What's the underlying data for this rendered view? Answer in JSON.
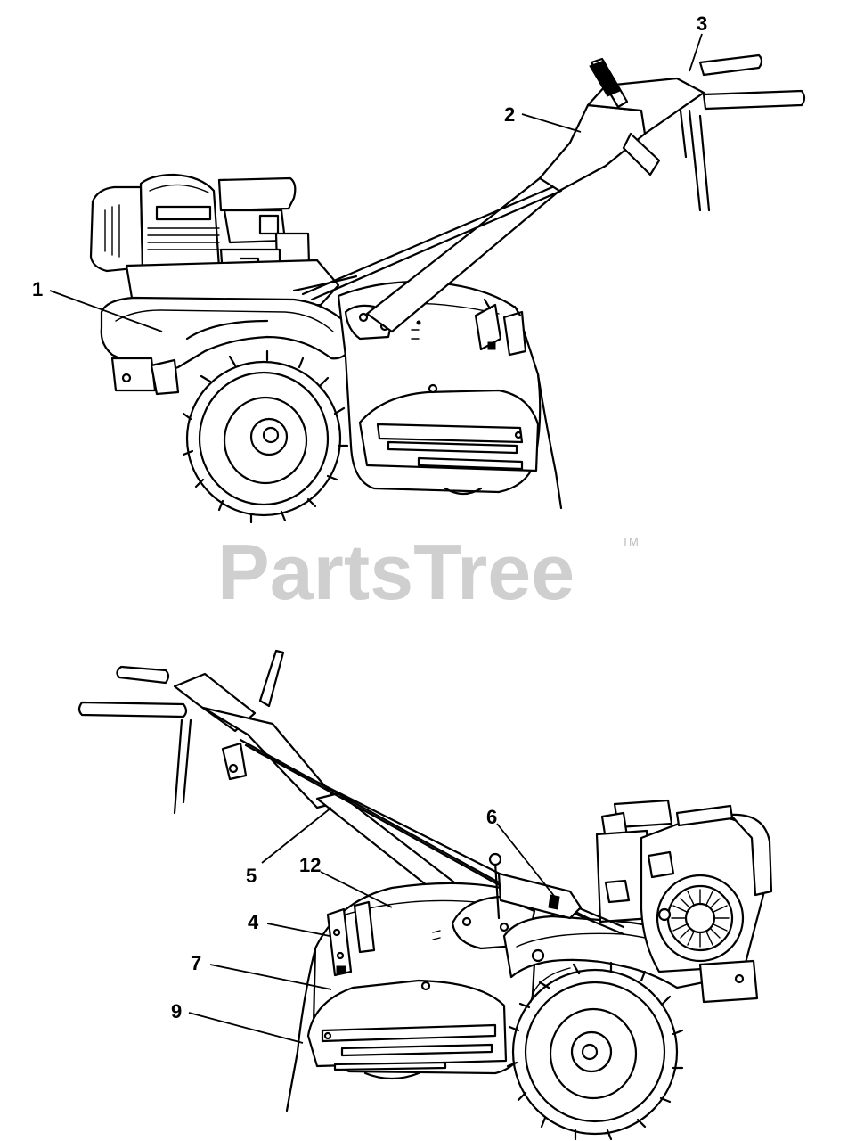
{
  "watermark": {
    "brand": "PartsTree",
    "trademark": "TM"
  },
  "callouts": [
    {
      "id": "c1",
      "label": "1"
    },
    {
      "id": "c2",
      "label": "2"
    },
    {
      "id": "c3",
      "label": "3"
    },
    {
      "id": "c4",
      "label": "4"
    },
    {
      "id": "c5",
      "label": "5"
    },
    {
      "id": "c6",
      "label": "6"
    },
    {
      "id": "c7",
      "label": "7"
    },
    {
      "id": "c9",
      "label": "9"
    },
    {
      "id": "c12",
      "label": "12"
    }
  ]
}
